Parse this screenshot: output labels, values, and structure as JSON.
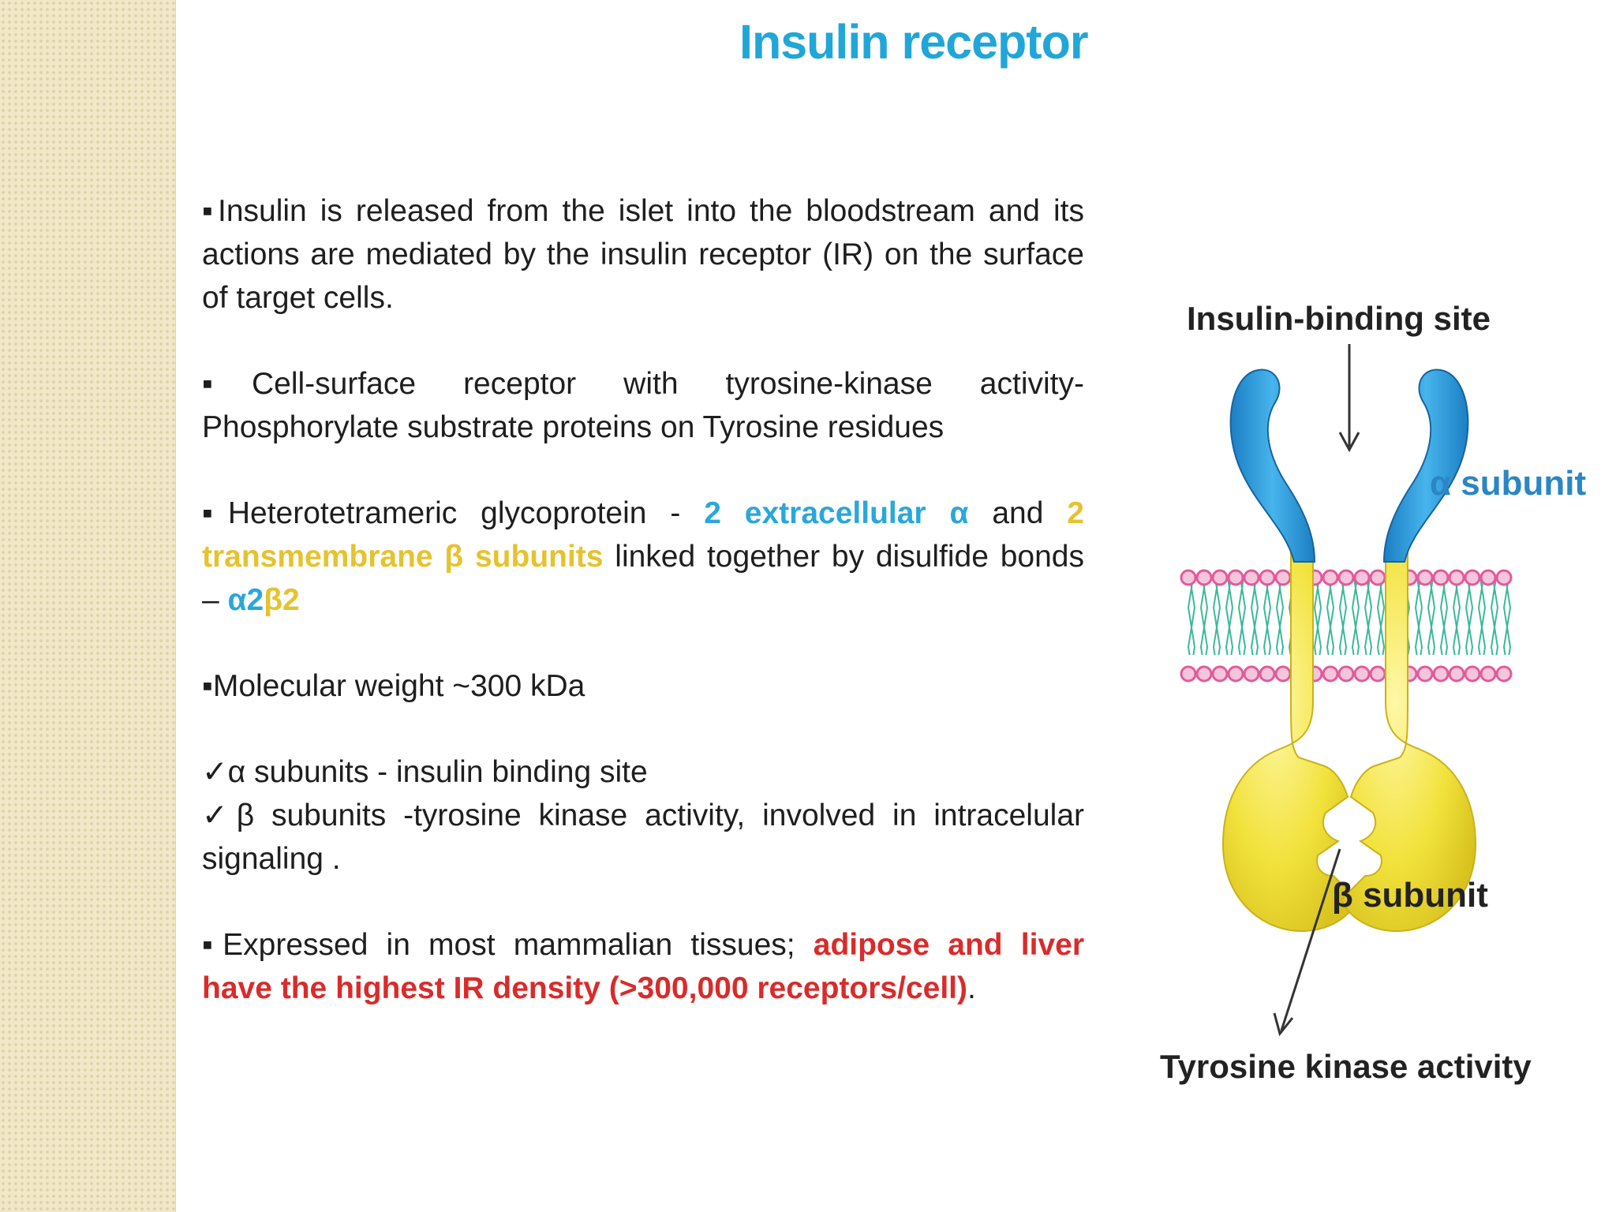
{
  "slide": {
    "title": "Insulin receptor"
  },
  "bullets": {
    "p1": {
      "text": "▪Insulin is released from the islet into the bloodstream and its actions are mediated by the insulin receptor (IR) on the surface of target cells."
    },
    "p2": {
      "text": "▪Cell-surface receptor with tyrosine-kinase activity- Phosphorylate substrate proteins on Tyrosine residues"
    },
    "p3": {
      "prefix": "▪Heterotetrameric glycoprotein - ",
      "blue": "2 extracellular α",
      "mid": " and ",
      "gold": "2 transmembrane β subunits",
      "rest": " linked together by disulfide bonds – ",
      "alpha_formula": "α2",
      "beta_formula": "β2"
    },
    "p4": {
      "text": "▪Molecular weight ~300 kDa"
    },
    "p5": {
      "line1": "✓α subunits - insulin binding site",
      "line2": "✓β subunits -tyrosine kinase activity, involved in intracelular signaling ."
    },
    "p6": {
      "prefix": "▪Expressed in most mammalian tissues; ",
      "red": "adipose and liver have the highest IR density (>300,000 receptors/cell)",
      "suffix": "."
    }
  },
  "diagram": {
    "label_binding_site": "Insulin-binding site",
    "label_alpha": "α subunit",
    "label_beta": "β subunit",
    "label_tyrosine_kinase": "Tyrosine kinase activity",
    "colors": {
      "alpha": "#2a9fdc",
      "beta": "#f2e23c",
      "membrane_head": "#e35a9a",
      "membrane_tail": "#3bb89a"
    }
  }
}
